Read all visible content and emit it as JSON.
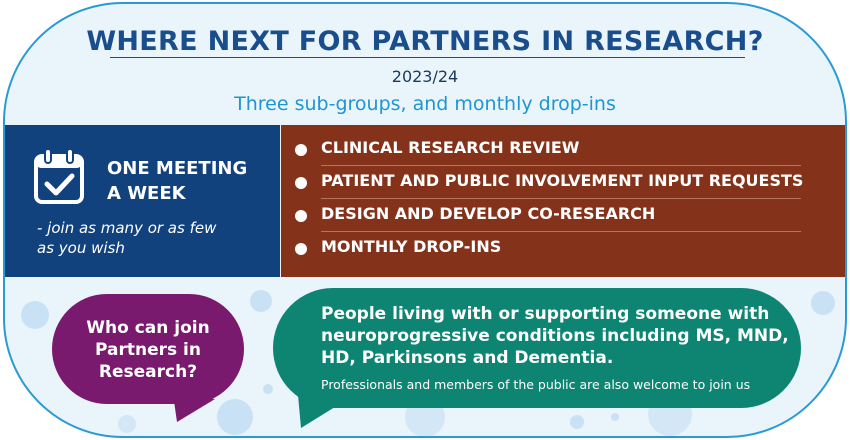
{
  "header": {
    "title": "WHERE NEXT FOR PARTNERS IN RESEARCH?",
    "year": "2023/24",
    "subtitle": "Three sub-groups, and monthly drop-ins"
  },
  "meeting": {
    "heading_line1": "ONE MEETING",
    "heading_line2": "A WEEK",
    "note_line1": "- join as many or as few",
    "note_line2": "as you wish",
    "icon": "calendar-check-icon"
  },
  "groups": [
    "CLINICAL RESEARCH REVIEW",
    "PATIENT AND PUBLIC INVOLVEMENT INPUT REQUESTS",
    "DESIGN AND DEVELOP CO-RESEARCH",
    "MONTHLY DROP-INS"
  ],
  "question": {
    "line1": "Who can join",
    "line2": "Partners in",
    "line3": "Research?"
  },
  "answer": {
    "line1": "People living with or supporting someone with",
    "line2": "neuroprogressive conditions including MS, MND,",
    "line3": "HD, Parkinsons and Dementia.",
    "note": "Professionals and members of the public are also welcome to join us"
  },
  "colors": {
    "frame": "#2a9ad6",
    "title": "#1a4d8c",
    "subtitle": "#1f95d2",
    "meeting_panel": "#12427e",
    "groups_panel": "#84331a",
    "question_bubble": "#7a1a6e",
    "answer_bubble": "#0e8572"
  }
}
